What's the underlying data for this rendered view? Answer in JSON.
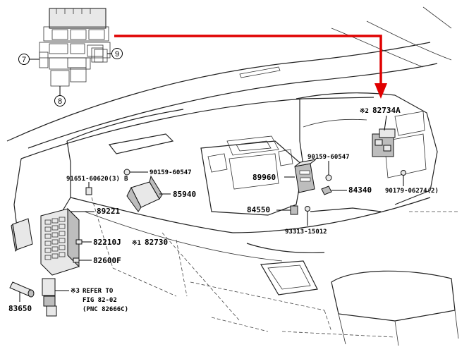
{
  "accent_color": "#e00000",
  "inset": {
    "callouts": [
      "7",
      "9",
      "8"
    ]
  },
  "labels": {
    "p82734a_prefix": "※2",
    "p82734a": "82734A",
    "p90159_right": "90159-60547",
    "p89960": "89960",
    "p84340": "84340",
    "p90179": "90179-06274(2)",
    "p84550": "84550",
    "p93313": "93313-15012",
    "p91651": "91651-60620(3)",
    "p91651_suffix": "B",
    "p90159_left": "90159-60547",
    "p85940": "85940",
    "p89221": "89221",
    "p82210j": "82210J",
    "p82730_prefix": "※1",
    "p82730": "82730",
    "p82600f": "82600F",
    "p83650": "83650",
    "refer_prefix": "※3",
    "refer_line1": "REFER TO",
    "refer_line2": "FIG 82-02",
    "refer_line3": "(PNC 82666C)"
  }
}
